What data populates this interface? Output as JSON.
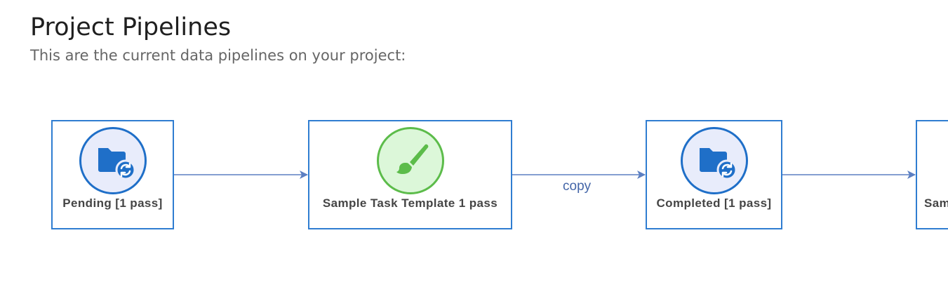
{
  "header": {
    "title": "Project Pipelines",
    "subtitle": "This are the current data pipelines on your project:"
  },
  "pipeline": {
    "nodes": [
      {
        "label": "Pending [1 pass]",
        "icon": "folder-sync-icon"
      },
      {
        "label": "Sample Task Template 1 pass",
        "icon": "paintbrush-icon"
      },
      {
        "label": "Completed [1 pass]",
        "icon": "folder-sync-icon"
      },
      {
        "label": "Sam",
        "icon": ""
      }
    ],
    "edges": [
      {
        "from": 0,
        "to": 1,
        "label": ""
      },
      {
        "from": 1,
        "to": 2,
        "label": "copy"
      },
      {
        "from": 2,
        "to": 3,
        "label": ""
      }
    ]
  },
  "colors": {
    "node_border": "#2f7dd1",
    "edge_line": "#5b7fc2",
    "folder_icon_fill": "#1f6fc8",
    "folder_icon_background": "#e8ecfb",
    "task_icon_fill": "#5cbc4a",
    "task_icon_background": "#dcf7d9"
  }
}
